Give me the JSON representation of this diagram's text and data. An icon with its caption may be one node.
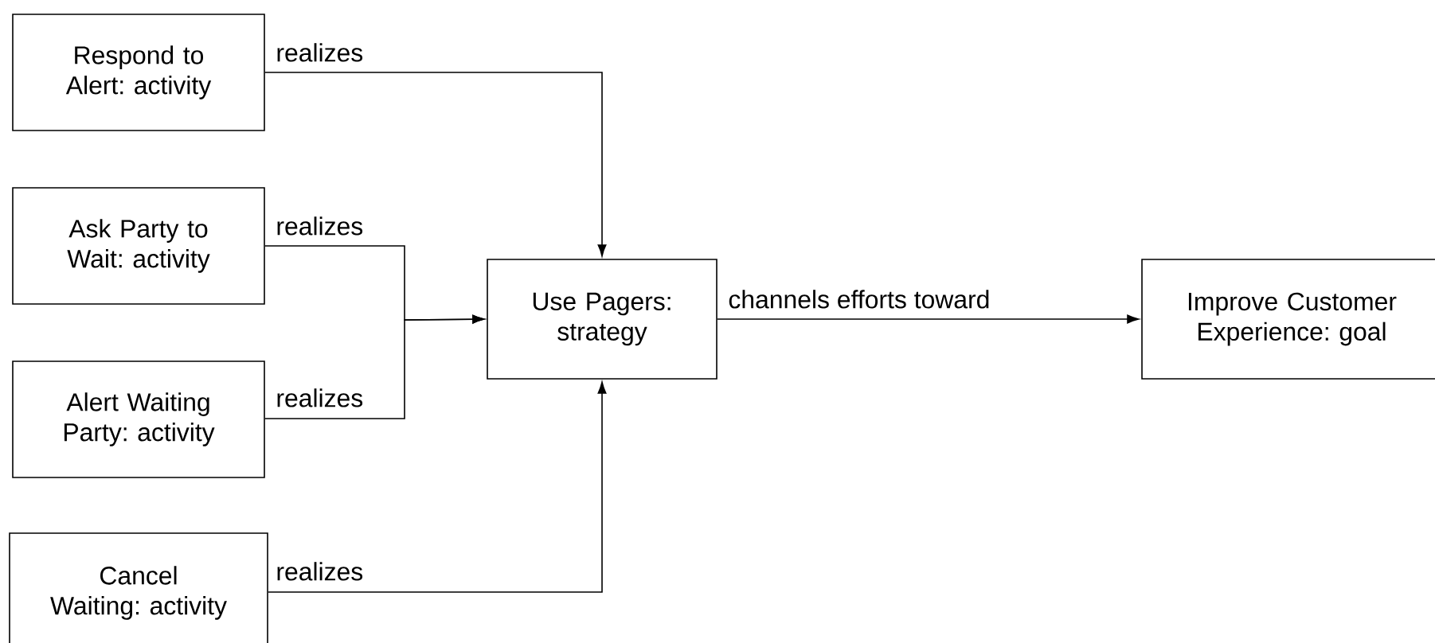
{
  "diagram": {
    "nodes": [
      {
        "text": [
          "Respond to Alert: activity"
        ]
      },
      {
        "text": [
          "Ask Party to Wait: activity"
        ]
      },
      {
        "text": [
          "Alert Waiting Party: activity"
        ]
      },
      {
        "text": [
          "Cancel Waiting: activity"
        ]
      },
      {
        "text": [
          "Use Pagers: strategy"
        ]
      },
      {
        "text": [
          "Improve Customer Experience: goal"
        ]
      }
    ],
    "edges": [
      {
        "from": 0,
        "to": 4,
        "arrow": "to",
        "label": "realizes"
      },
      {
        "from": 1,
        "to": 4,
        "arrow": "to",
        "label": "realizes"
      },
      {
        "from": 2,
        "to": 4,
        "arrow": "to",
        "label": "realizes"
      },
      {
        "from": 3,
        "to": 4,
        "arrow": "to",
        "label": "realizes"
      },
      {
        "from": 4,
        "to": 5,
        "arrow": "to",
        "label": "channels efforts toward"
      }
    ]
  }
}
